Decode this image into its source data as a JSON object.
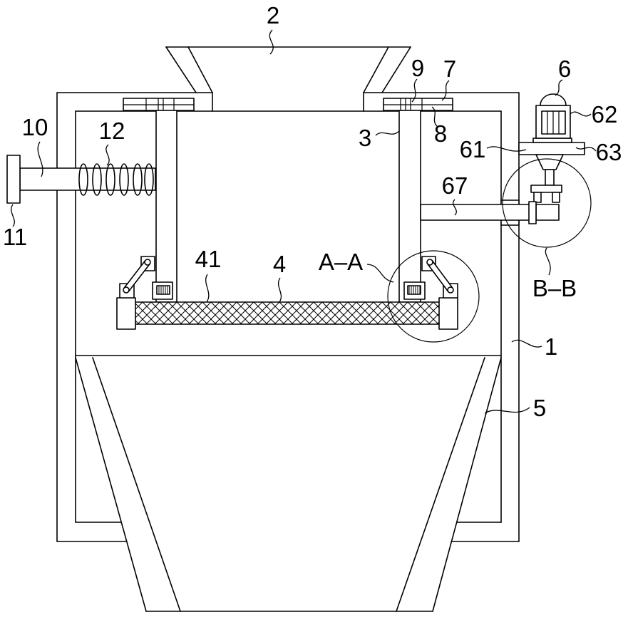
{
  "figure": {
    "callouts": {
      "n1": "1",
      "n2": "2",
      "n3": "3",
      "n4": "4",
      "n41": "41",
      "n5": "5",
      "n6": "6",
      "n61": "61",
      "n62": "62",
      "n63": "63",
      "n67": "67",
      "n7": "7",
      "n8": "8",
      "n9": "9",
      "n10": "10",
      "n11": "11",
      "n12": "12"
    },
    "section_marks": {
      "a": "A–A",
      "b": "B–B"
    },
    "colors": {
      "line": "#000000",
      "background": "#ffffff"
    }
  }
}
